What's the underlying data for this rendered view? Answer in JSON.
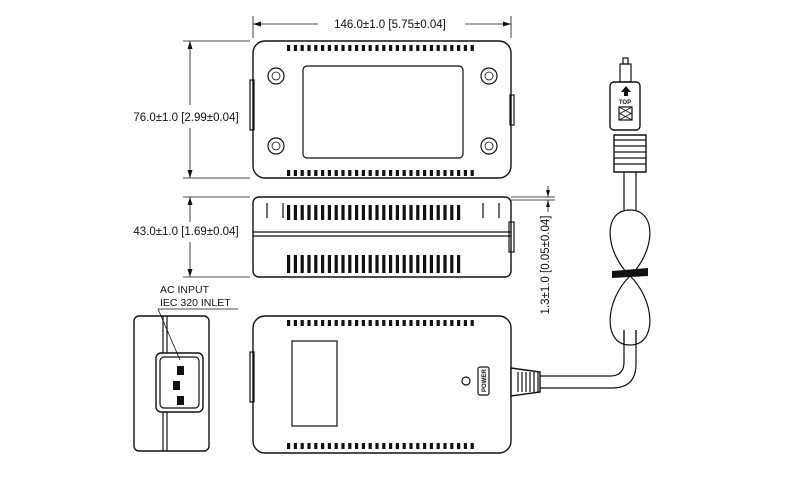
{
  "dimensions": {
    "length": "146.0±1.0  [5.75±0.04]",
    "width": "76.0±1.0  [2.99±0.04]",
    "height": "43.0±1.0  [1.69±0.04]",
    "cable": "1.3±1.0  [0.05±0.04]"
  },
  "inlet_label": {
    "line1": "AC  INPUT",
    "line2": "IEC  320  INLET"
  },
  "switch_label": "POWER",
  "connector_label": "TOP",
  "colors": {
    "line": "#111111",
    "background": "#ffffff"
  }
}
